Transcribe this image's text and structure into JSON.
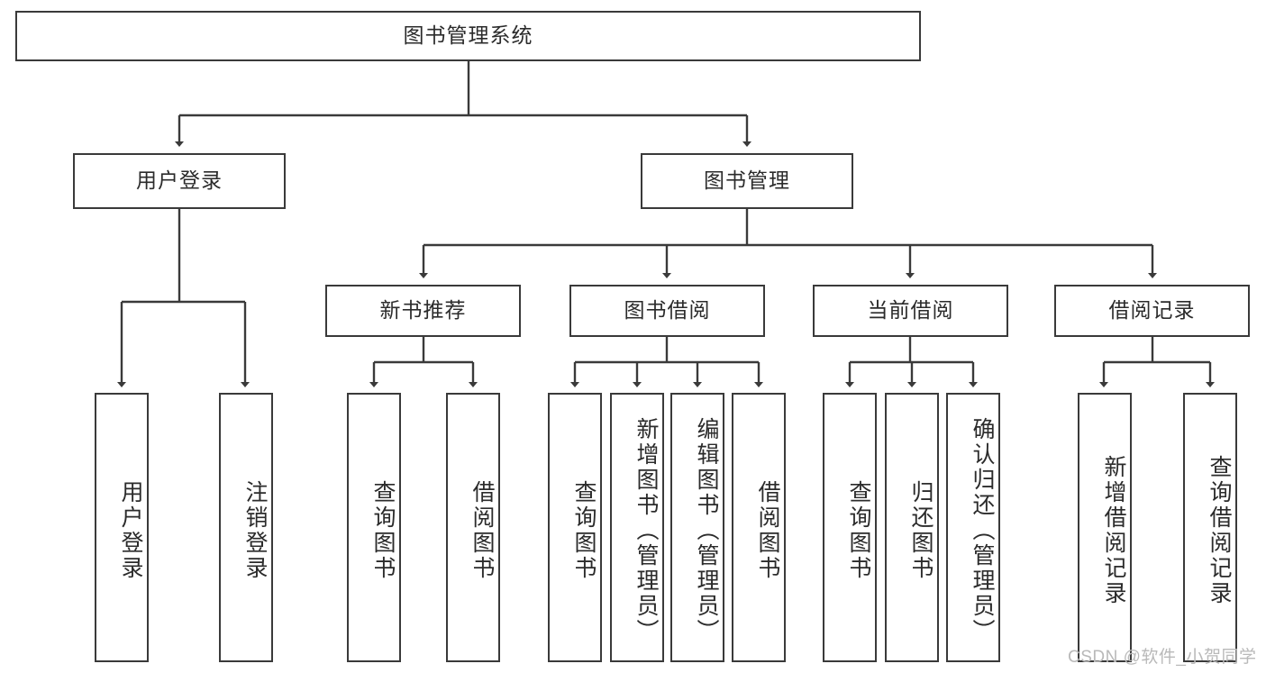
{
  "diagram": {
    "title": "图书管理系统",
    "type": "hierarchy-tree",
    "stroke_color": "#3a3a3a",
    "text_color": "#2b2b2b",
    "background": "#ffffff",
    "root": {
      "label": "图书管理系统"
    },
    "level2": [
      {
        "label": "用户登录"
      },
      {
        "label": "图书管理"
      }
    ],
    "level3": [
      {
        "label": "新书推荐"
      },
      {
        "label": "图书借阅"
      },
      {
        "label": "当前借阅"
      },
      {
        "label": "借阅记录"
      }
    ],
    "leaves": {
      "user_login": [
        {
          "label": "用户登录"
        },
        {
          "label": "注销登录"
        }
      ],
      "new_book_recommend": [
        {
          "label": "查询图书"
        },
        {
          "label": "借阅图书"
        }
      ],
      "book_borrow": [
        {
          "label": "查询图书"
        },
        {
          "label": "新增图书（管理员）"
        },
        {
          "label": "编辑图书（管理员）"
        },
        {
          "label": "借阅图书"
        }
      ],
      "current_borrow": [
        {
          "label": "查询图书"
        },
        {
          "label": "归还图书"
        },
        {
          "label": "确认归还（管理员）"
        }
      ],
      "borrow_record": [
        {
          "label": "新增借阅记录"
        },
        {
          "label": "查询借阅记录"
        }
      ]
    }
  },
  "watermark": {
    "text": "CSDN @软件_小贺同学"
  }
}
